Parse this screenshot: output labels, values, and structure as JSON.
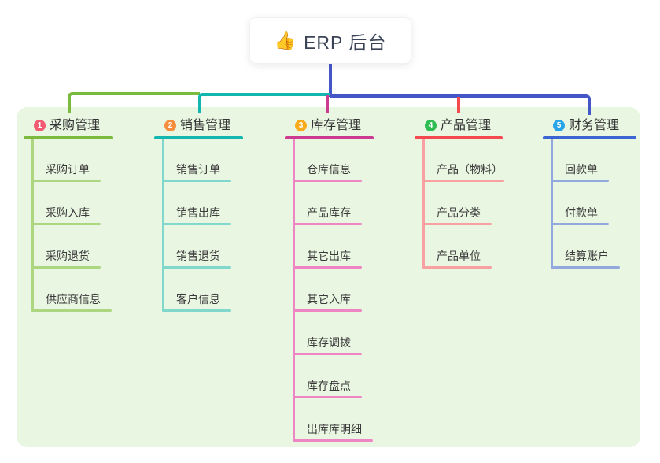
{
  "root": {
    "icon": "👍",
    "label": "ERP 后台"
  },
  "colors": {
    "trunk_line": "#4556C8",
    "panel_background": "#E9F6E2"
  },
  "branches": [
    {
      "num": "1",
      "label": "采购管理",
      "badge_color": "#F25B72",
      "line_color": "#7CBA3F",
      "child_line_color": "#ACD680",
      "children": [
        "采购订单",
        "采购入库",
        "采购退货",
        "供应商信息"
      ]
    },
    {
      "num": "2",
      "label": "销售管理",
      "badge_color": "#F78E3D",
      "line_color": "#14B7AF",
      "child_line_color": "#7FD8CB",
      "children": [
        "销售订单",
        "销售出库",
        "销售退货",
        "客户信息"
      ]
    },
    {
      "num": "3",
      "label": "库存管理",
      "badge_color": "#F9AC19",
      "line_color": "#CD3A92",
      "child_line_color": "#EF86C3",
      "children": [
        "仓库信息",
        "产品库存",
        "其它出库",
        "其它入库",
        "库存调拨",
        "库存盘点",
        "出库库明细"
      ]
    },
    {
      "num": "4",
      "label": "产品管理",
      "badge_color": "#2FBC51",
      "line_color": "#F4494F",
      "child_line_color": "#F9A0A3",
      "children": [
        "产品（物料）",
        "产品分类",
        "产品单位"
      ]
    },
    {
      "num": "5",
      "label": "财务管理",
      "badge_color": "#29A4E9",
      "line_color": "#3C64D3",
      "child_line_color": "#93A9DD",
      "children": [
        "回款单",
        "付款单",
        "结算账户"
      ]
    }
  ]
}
